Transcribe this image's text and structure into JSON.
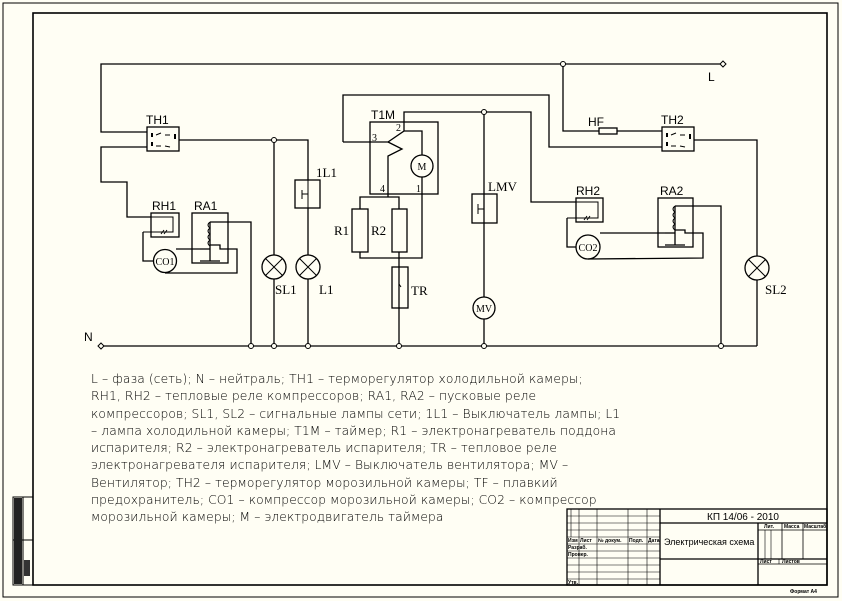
{
  "labels": {
    "L": "L",
    "N": "N",
    "TH1": "TH1",
    "TH2": "TH2",
    "RH1": "RH1",
    "RH2": "RH2",
    "RA1": "RA1",
    "RA2": "RA2",
    "CO1": "CO1",
    "CO2": "CO2",
    "SL1": "SL1",
    "SL2": "SL2",
    "L1": "L1",
    "1L1": "1L1",
    "T1M": "T1M",
    "M": "M",
    "R1": "R1",
    "R2": "R2",
    "TR": "TR",
    "LMV": "LMV",
    "MV": "MV",
    "HF": "HF",
    "pin1": "1",
    "pin2": "2",
    "pin3": "3",
    "pin4": "4"
  },
  "legend": [
    "L – фаза (сеть); N – нейтраль; TH1 – терморегулятор холодильной камеры;",
    "RH1, RH2 – тепловые реле компрессоров; RA1, RA2 – пусковые реле",
    "компрессоров; SL1, SL2 – сигнальные лампы сети; 1L1 – Выключатель лампы; L1",
    "– лампа холодильной камеры; T1M – таймер; R1 – электронагреватель поддона",
    "испарителя; R2 – электронагреватель испарителя; TR – тепловое реле",
    "электронагревателя испарителя; LMV – Выключатель вентилятора; MV –",
    "Вентилятор; TH2 – терморегулятор морозильной камеры; TF – плавкий",
    "предохранитель; CO1 – компрессор морозильной камеры; CO2 – компрессор",
    "морозильной камеры; M – электродвигатель таймера"
  ],
  "title_block": {
    "doc_code": "КП 14/06 - 2010",
    "doc_title": "Электрическая схема",
    "lit": "Лит.",
    "mass": "Масса",
    "scale": "Масштаб",
    "sheet": "Лист",
    "sheets": "Листов",
    "izm": "Изм",
    "list": "Лист",
    "doc_no": "№ докум.",
    "sign": "Подп.",
    "date": "Дата",
    "developed": "Разраб.",
    "checked": "Провер.",
    "approved": "Утв.",
    "format": "Формат А4"
  }
}
